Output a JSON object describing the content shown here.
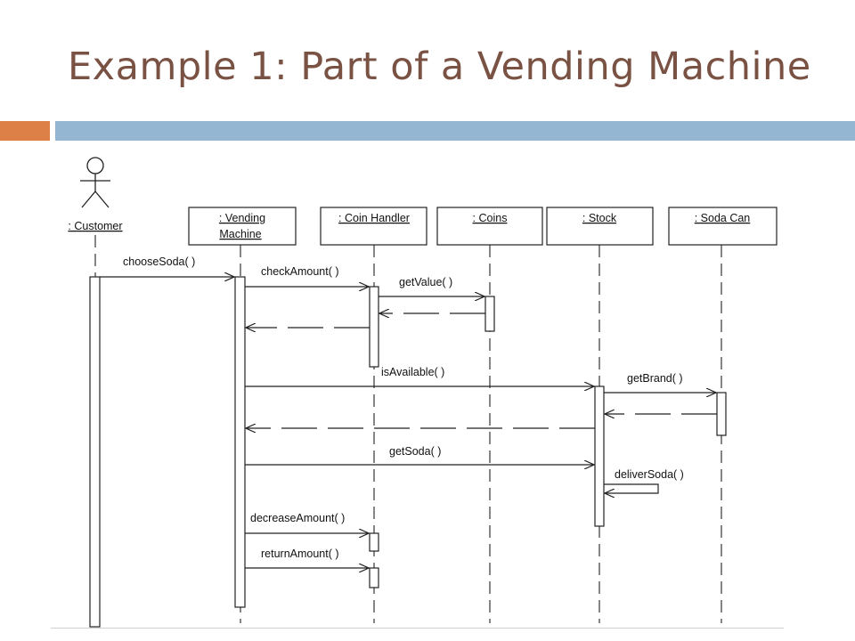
{
  "slide": {
    "title": "Example 1: Part of a Vending Machine"
  },
  "diagram": {
    "participants": {
      "customer": ": Customer",
      "vending_machine_line1": ": Vending",
      "vending_machine_line2": "Machine",
      "coin_handler": ": Coin Handler",
      "coins": ": Coins",
      "stock": ": Stock",
      "soda_can": ": Soda Can"
    },
    "messages": {
      "choose_soda": "chooseSoda( )",
      "check_amount": "checkAmount( )",
      "get_value": "getValue( )",
      "is_available": "isAvailable( )",
      "get_brand": "getBrand( )",
      "get_soda": "getSoda( )",
      "deliver_soda": "deliverSoda( )",
      "decrease_amount": "decreaseAmount( )",
      "return_amount": "returnAmount( )"
    }
  },
  "colors": {
    "title": "#7a5244",
    "accent_orange": "#dd8047",
    "accent_blue": "#94b6d2"
  }
}
